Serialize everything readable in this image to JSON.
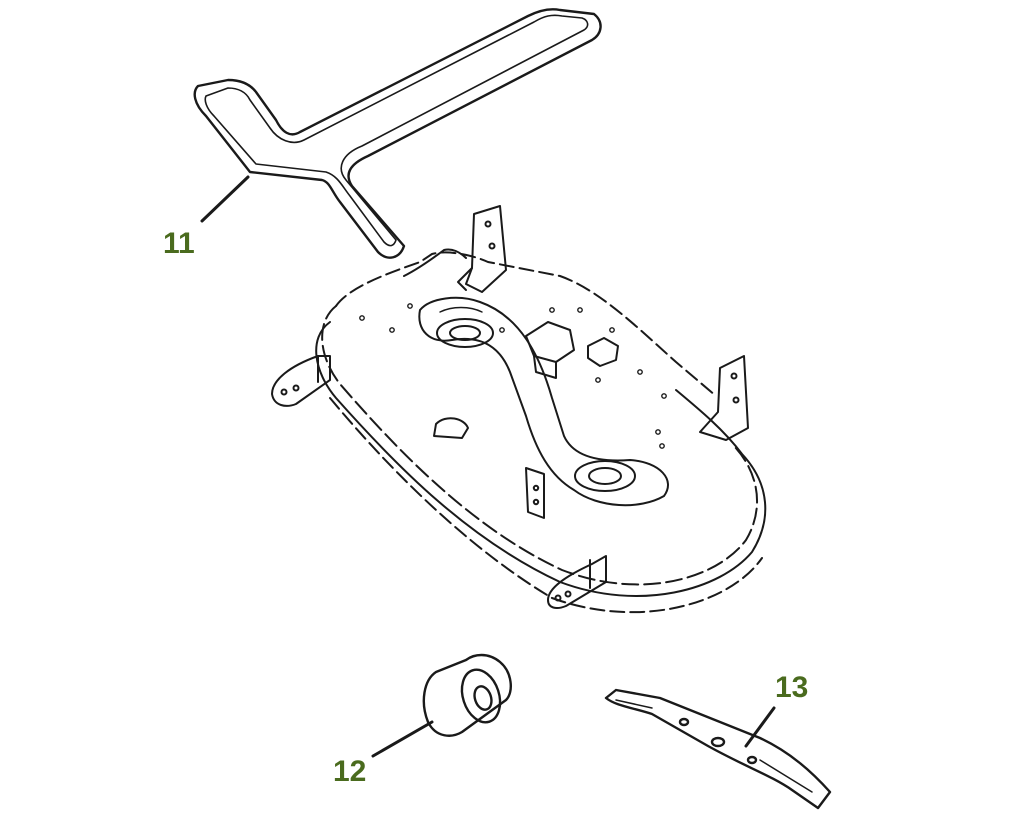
{
  "colors": {
    "line": "#1a1a1a",
    "callout": "#4a6b1e",
    "background": "#ffffff"
  },
  "callouts": {
    "belt": "11",
    "wheel": "12",
    "blade": "13"
  },
  "parts": [
    {
      "label": "11",
      "name": "drive-belt"
    },
    {
      "label": "12",
      "name": "gauge-wheel"
    },
    {
      "label": "13",
      "name": "mower-blade"
    }
  ]
}
